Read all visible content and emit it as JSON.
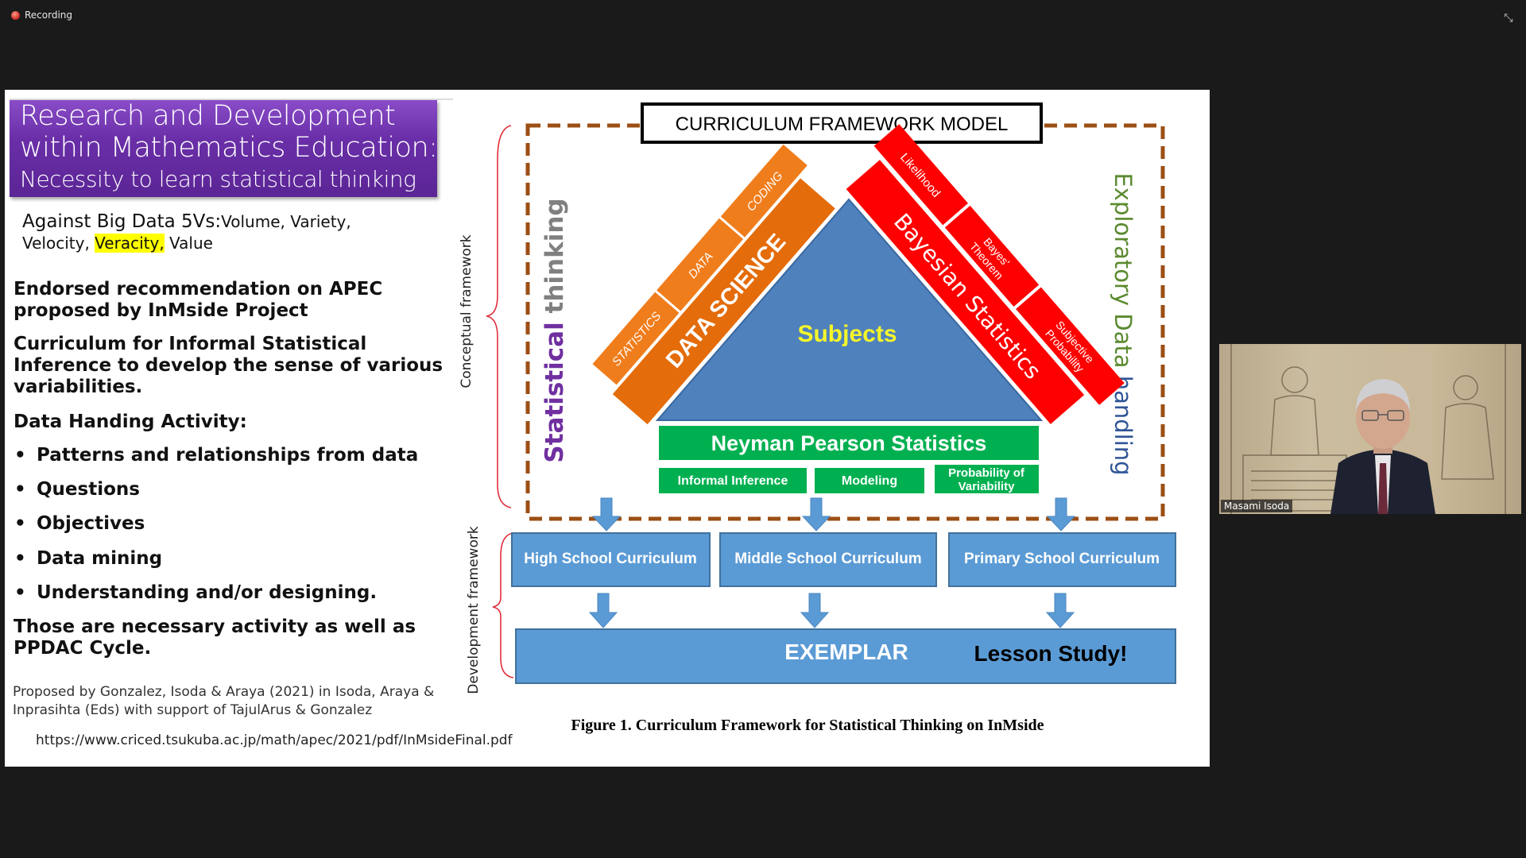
{
  "app": {
    "recording_label": "Recording",
    "recording_icon": "record-dot-icon",
    "collapse_icon": "collapse-arrows-icon"
  },
  "slide": {
    "title": {
      "line1": "Research and Development",
      "line2": "within Mathematics Education:",
      "line3": "Necessity to learn statistical thinking"
    },
    "big_data": {
      "lead": "Against Big Data 5Vs:",
      "part1": "Volume, Variety,",
      "part2a": "Velocity, ",
      "highlight": "Veracity,",
      "part2b": " Value",
      "highlight_color": "#ffff00"
    },
    "endorsed": [
      "Endorsed recommendation on APEC",
      "proposed by InMside Project"
    ],
    "curriculum": [
      "Curriculum for Informal Statistical",
      "Inference to develop the sense of various",
      "variabilities."
    ],
    "activity_heading": "Data Handing Activity:",
    "bullets": [
      "Patterns and relationships from data",
      "Questions",
      "Objectives",
      "Data mining",
      "Understanding and/or designing."
    ],
    "bullet_glyph": "•",
    "conclusion": [
      "Those are necessary activity as well as",
      "PPDAC Cycle."
    ],
    "citation": [
      "Proposed by Gonzalez, Isoda & Araya (2021) in Isoda, Araya &",
      "Inprasihta (Eds) with support of TajulArus & Gonzalez"
    ],
    "url": "https://www.criced.tsukuba.ac.jp/math/apec/2021/pdf/InMsideFinal.pdf"
  },
  "diagram": {
    "title": "CURRICULUM FRAMEWORK MODEL",
    "conceptual_label": "Conceptual framework",
    "development_label": "Development framework",
    "left_vertical": {
      "word1": "Statistical",
      "word2": " thinking"
    },
    "right_vertical": {
      "word1": "Exploratory Data",
      "word2": " handling"
    },
    "center": "Subjects",
    "data_science": "DATA SCIENCE",
    "data_science_strip": [
      "STATISTICS",
      "DATA",
      "CODING"
    ],
    "bayesian": "Bayesian Statistics",
    "bayesian_strip": [
      "Likelihood",
      "Bayes'",
      "Theorem",
      "Subjective",
      "Probability"
    ],
    "neyman": "Neyman Pearson Statistics",
    "sub_boxes": [
      "Informal Inference",
      "Modeling",
      "Probability of",
      "Variability"
    ],
    "curricula": [
      "High School Curriculum",
      "Middle School Curriculum",
      "Primary School Curriculum"
    ],
    "exemplar": "EXEMPLAR",
    "lesson_study": "Lesson Study!",
    "caption": "Figure 1. Curriculum Framework for Statistical Thinking on InMside",
    "colors": {
      "triangle": "#4f81bd",
      "orange": "#e46c0a",
      "orange_light": "#f07d1c",
      "red": "#ff0000",
      "green": "#00b050",
      "blue_box": "#5b9bd5",
      "dash": "#9c4f14",
      "purple": "#7030a0",
      "subjects_yellow": "#ffff00"
    }
  },
  "video": {
    "participant_name": "Masami Isoda"
  }
}
